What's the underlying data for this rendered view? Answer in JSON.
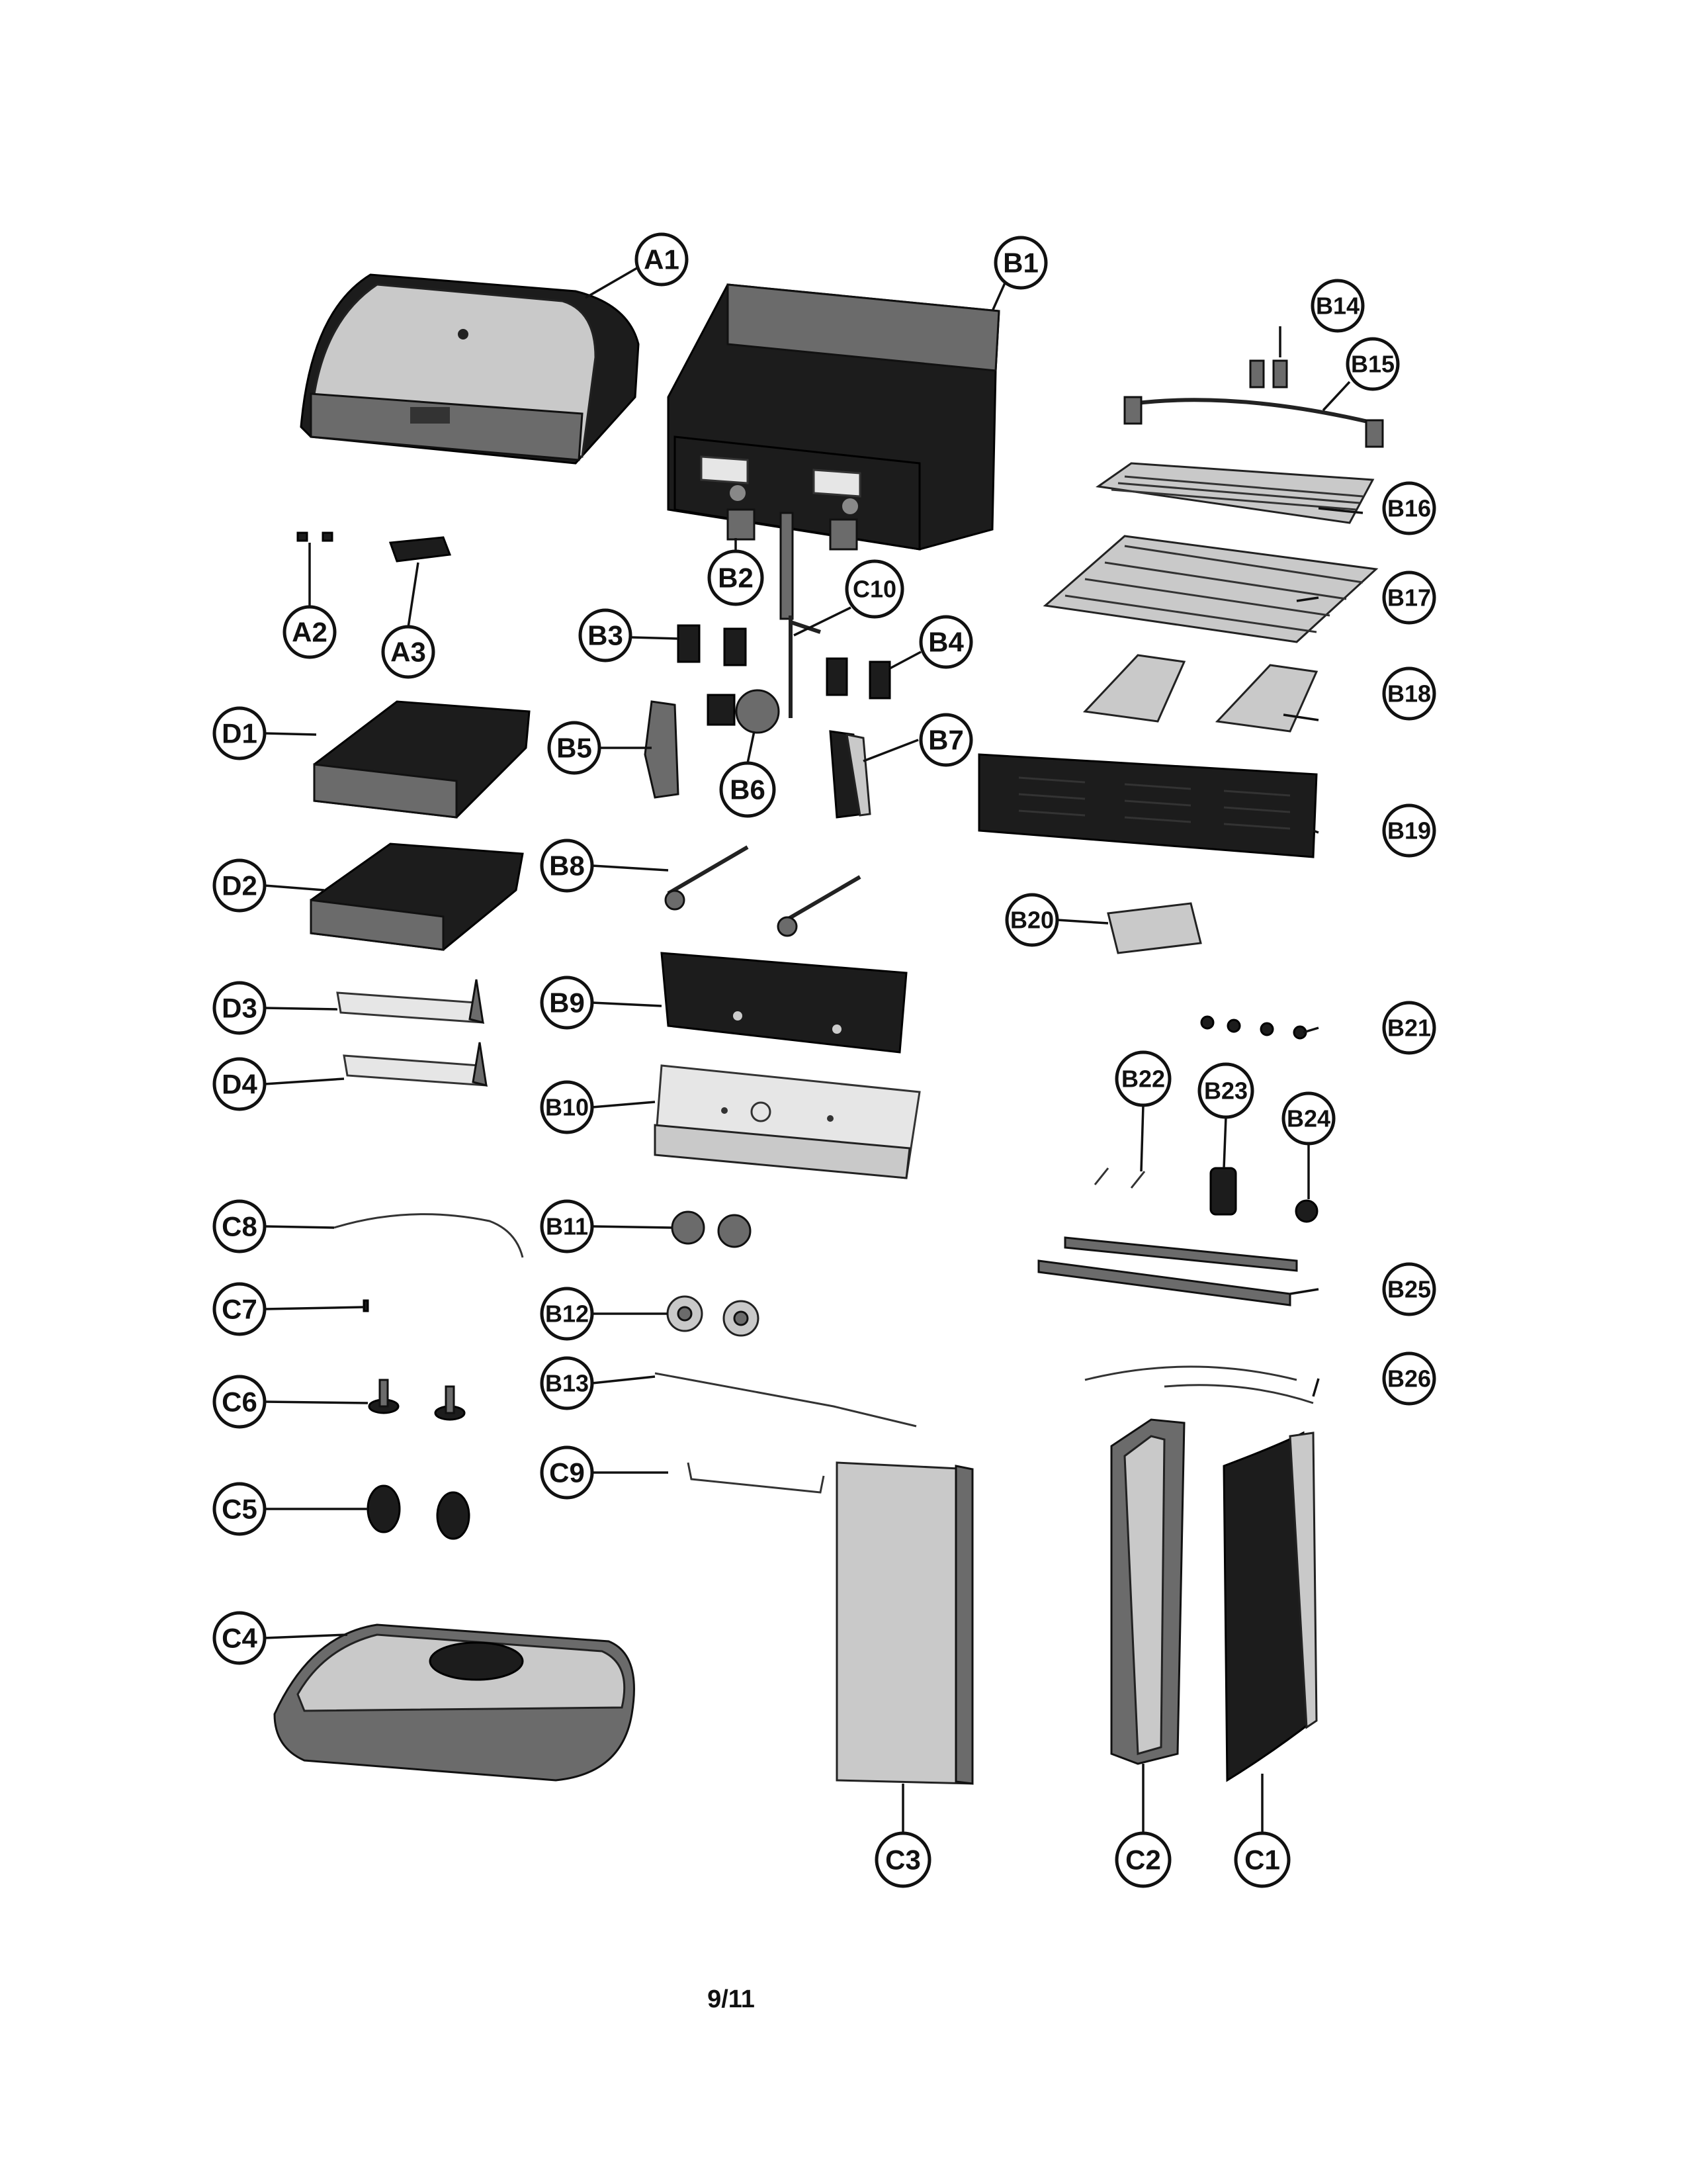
{
  "page_number": "9/11",
  "callouts": {
    "A1": "A1",
    "A2": "A2",
    "A3": "A3",
    "B1": "B1",
    "B2": "B2",
    "B3": "B3",
    "B4": "B4",
    "B5": "B5",
    "B6": "B6",
    "B7": "B7",
    "B8": "B8",
    "B9": "B9",
    "B10": "B10",
    "B11": "B11",
    "B12": "B12",
    "B13": "B13",
    "B14": "B14",
    "B15": "B15",
    "B16": "B16",
    "B17": "B17",
    "B18": "B18",
    "B19": "B19",
    "B20": "B20",
    "B21": "B21",
    "B22": "B22",
    "B23": "B23",
    "B24": "B24",
    "B25": "B25",
    "B26": "B26",
    "C1": "C1",
    "C2": "C2",
    "C3": "C3",
    "C4": "C4",
    "C5": "C5",
    "C6": "C6",
    "C7": "C7",
    "C8": "C8",
    "C9": "C9",
    "C10": "C10",
    "D1": "D1",
    "D2": "D2",
    "D3": "D3",
    "D4": "D4"
  }
}
